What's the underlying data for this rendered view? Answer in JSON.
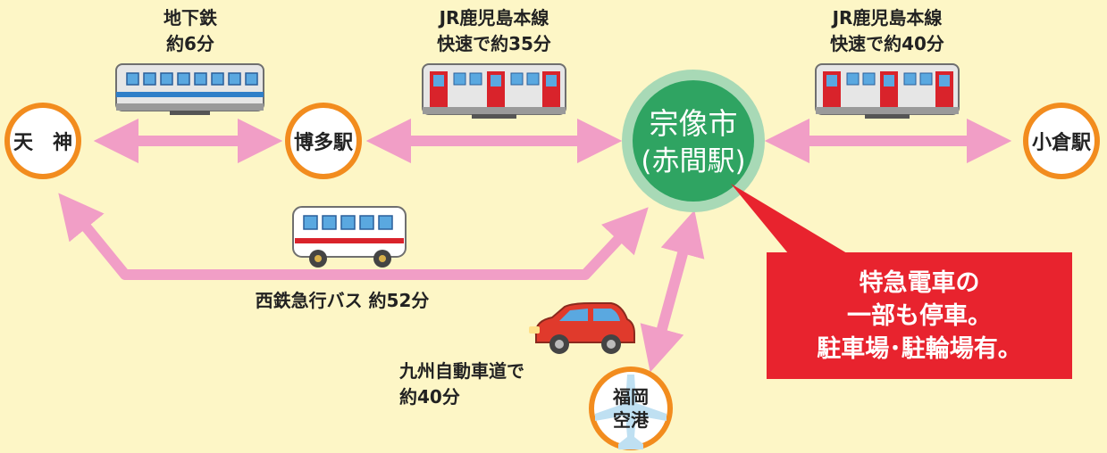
{
  "colors": {
    "background": "#fdf6c6",
    "station_ring": "#f28c1e",
    "hub_fill": "#2fa462",
    "hub_ring": "#a8d9b6",
    "arrow": "#f19ec6",
    "callout": "#e8232e",
    "train_red": "#d9232b",
    "subway_blue": "#2f7fc8",
    "car_red": "#e03a2c"
  },
  "stations": {
    "tenjin": "天　神",
    "hakata": "博多駅",
    "hub_line1": "宗像市",
    "hub_line2": "(赤間駅)",
    "kokura": "小倉駅",
    "airport_line1": "福岡",
    "airport_line2": "空港"
  },
  "routes": {
    "subway": {
      "line1": "地下鉄",
      "line2": "約6分"
    },
    "jr_hakata": {
      "line1": "JR鹿児島本線",
      "line2": "快速で約35分"
    },
    "jr_kokura": {
      "line1": "JR鹿児島本線",
      "line2": "快速で約40分"
    },
    "bus": {
      "label": "西鉄急行バス 約52分"
    },
    "car": {
      "line1": "九州自動車道で",
      "line2": "約40分"
    }
  },
  "callout": {
    "line1": "特急電車の",
    "line2": "一部も停車。",
    "line3": "駐車場･駐輪場有。"
  },
  "icons": [
    "subway-train-icon",
    "jr-train-icon",
    "bus-icon",
    "car-icon",
    "airplane-icon"
  ]
}
